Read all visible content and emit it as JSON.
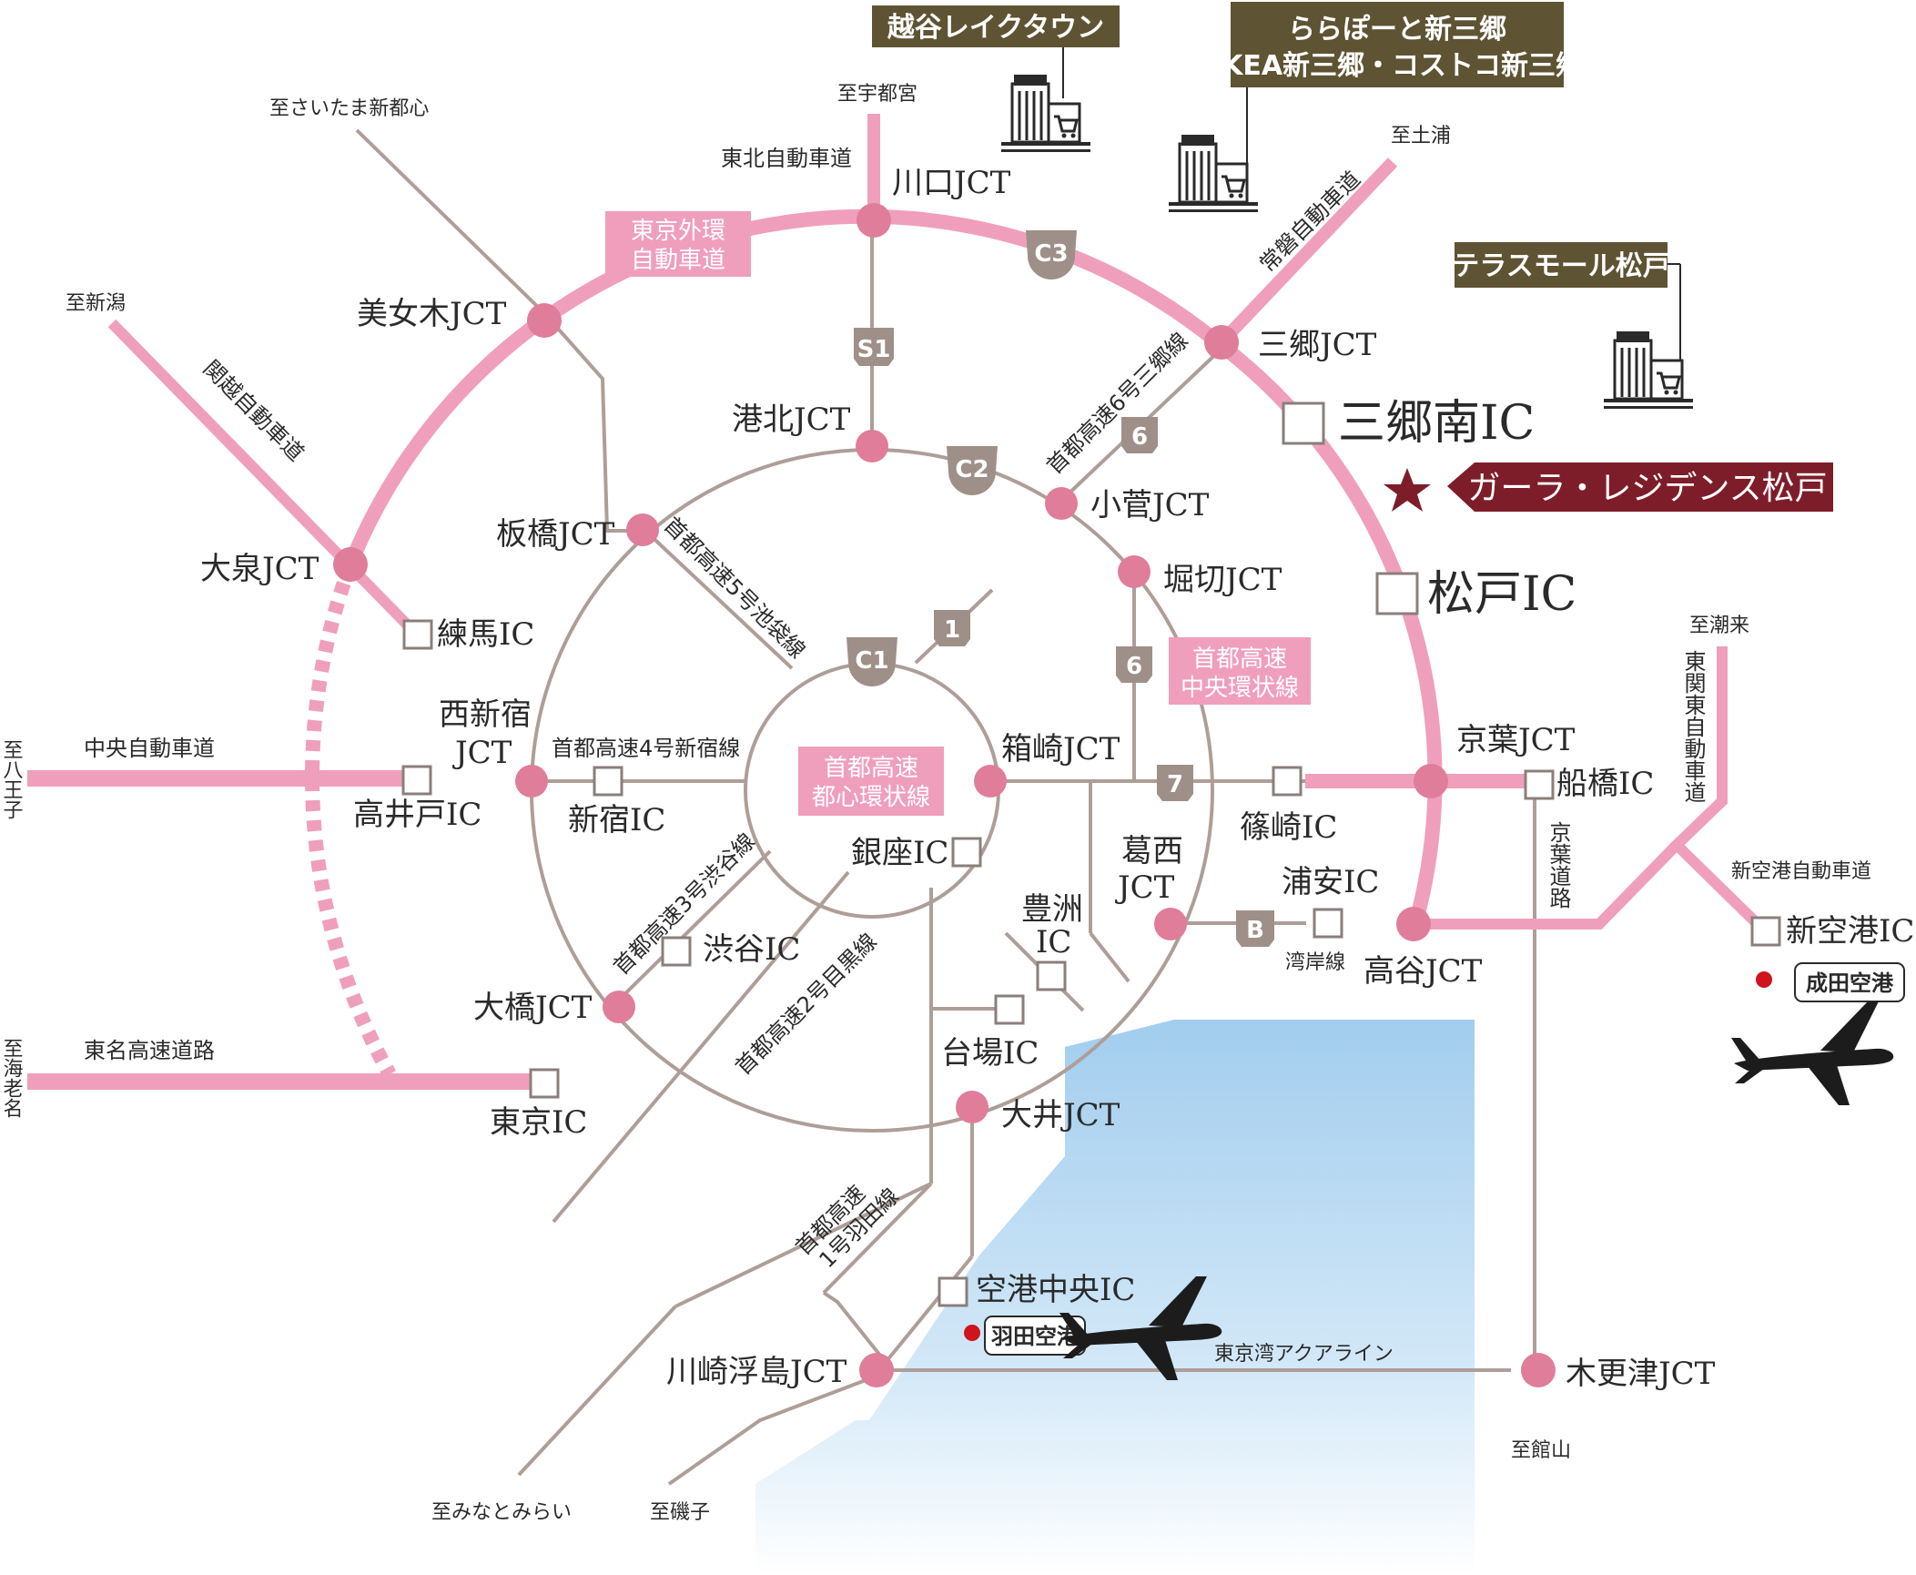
{
  "colors": {
    "expressway": "#ef9fbc",
    "road": "#ae9e98",
    "node": "#df7d9a",
    "shield": "#9e9088",
    "mall_box": "#5e5333",
    "property": "#7e1d2a",
    "bay": "#a9d1ef"
  },
  "rings": {
    "outer_label": "東京外環自動車道",
    "c2_label": "首都高速中央環状線",
    "c1_label": "首都高速都心環状線"
  },
  "shields": {
    "c1": "C1",
    "c2": "C2",
    "c3": "C3",
    "s1": "S1",
    "r1": "1",
    "r6a": "6",
    "r6b": "6",
    "r7": "7",
    "b": "B"
  },
  "junctions": {
    "kawaguchi": "川口JCT",
    "bijogi": "美女木JCT",
    "misato": "三郷JCT",
    "oizumi": "大泉JCT",
    "kohoku": "港北JCT",
    "itabashi": "板橋JCT",
    "kosuge": "小菅JCT",
    "horikiri": "堀切JCT",
    "nishishinjuku_1": "西新宿",
    "nishishinjuku_2": "JCT",
    "hakozaki": "箱崎JCT",
    "keiyo": "京葉JCT",
    "kasai_1": "葛西",
    "kasai_2": "JCT",
    "koya": "高谷JCT",
    "ohashi": "大橋JCT",
    "oi": "大井JCT",
    "kawasaki_ukishima": "川崎浮島JCT",
    "kisarazu": "木更津JCT"
  },
  "interchanges": {
    "misato_minami": "三郷南IC",
    "matsudo": "松戸IC",
    "nerima": "練馬IC",
    "takaido": "高井戸IC",
    "shinjuku": "新宿IC",
    "ginza": "銀座IC",
    "shinozaki": "篠崎IC",
    "funabashi": "船橋IC",
    "urayasu": "浦安IC",
    "shibuya": "渋谷IC",
    "toyosu_1": "豊洲",
    "toyosu_2": "IC",
    "daiba": "台場IC",
    "tokyo": "東京IC",
    "kuko_chuo": "空港中央IC",
    "shinkuko": "新空港IC"
  },
  "roads": {
    "tohoku": "東北自動車道",
    "joban": "常磐自動車道",
    "kanetsu": "関越自動車道",
    "chuo": "中央自動車道",
    "tomei": "東名高速道路",
    "r6": "首都高速6号三郷線",
    "r5": "首都高速5号池袋線",
    "r4": "首都高速4号新宿線",
    "r3": "首都高速3号渋谷線",
    "r2": "首都高速2号目黒線",
    "r1_1": "首都高速",
    "r1_2": "1号羽田線",
    "wangan": "湾岸線",
    "keiyo_road": "京葉道路",
    "higashikanto": "東関東自動車道",
    "shinkuko_road": "新空港自動車道",
    "aqualine": "東京湾アクアライン"
  },
  "directions": {
    "saitama": "至さいたま新都心",
    "utsunomiya": "至宇都宮",
    "tsuchiura": "至土浦",
    "niigata": "至新潟",
    "hachioji": "至八王子",
    "ebina": "至海老名",
    "itako": "至潮来",
    "tateyama": "至館山",
    "minatomirai": "至みなとみらい",
    "isogo": "至磯子"
  },
  "malls": {
    "koshigaya": "越谷レイクタウン",
    "lalaport_1": "ららぽーと新三郷",
    "lalaport_2": "IKEA新三郷・コストコ新三郷",
    "terrace": "テラスモール松戸",
    "mall_icon_text": "MALL"
  },
  "property": {
    "name": "ガーラ・レジデンス松戸"
  },
  "airports": {
    "haneda": "羽田空港",
    "narita": "成田空港"
  }
}
